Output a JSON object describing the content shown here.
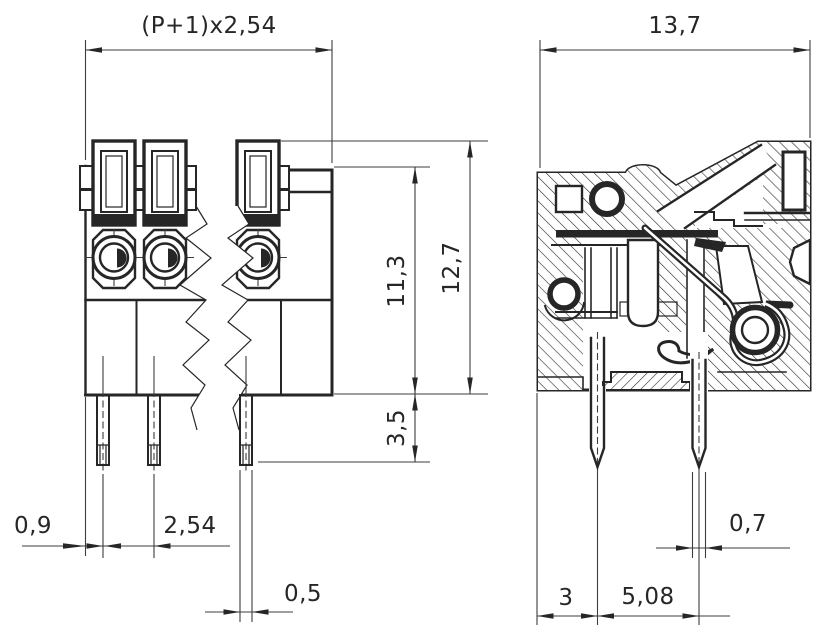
{
  "drawing": {
    "colors": {
      "line": "#262626",
      "background": "#ffffff"
    },
    "front_view": {
      "dim_total_width": "(P+1)x2,54",
      "dim_body_height": "11,3",
      "dim_total_height": "12,7",
      "dim_pin_length": "3,5",
      "dim_edge_to_pin": "0,9",
      "dim_pin_pitch": "2,54",
      "dim_pin_width": "0,5"
    },
    "side_view": {
      "dim_total_depth": "13,7",
      "dim_pin_width": "0,7",
      "dim_edge_to_pin_row": "3",
      "dim_pin_row_spacing": "5,08"
    }
  }
}
